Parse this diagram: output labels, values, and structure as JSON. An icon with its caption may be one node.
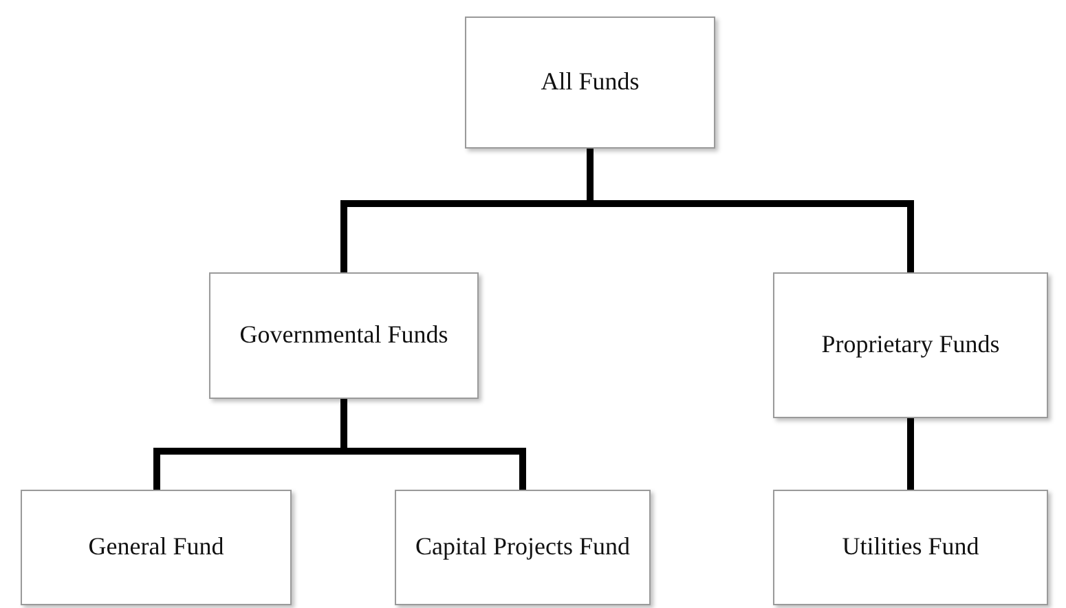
{
  "diagram": {
    "nodes": [
      {
        "text": [
          "All Funds"
        ]
      },
      {
        "text": [
          "Governmental Funds"
        ]
      },
      {
        "text": [
          "Proprietary Funds"
        ]
      },
      {
        "text": [
          "General Fund"
        ]
      },
      {
        "text": [
          "Capital Projects Fund"
        ]
      },
      {
        "text": [
          "Utilities Fund"
        ]
      }
    ],
    "edges": [
      {
        "from": 0,
        "to": 1,
        "arrow": "none"
      },
      {
        "from": 0,
        "to": 2,
        "arrow": "none"
      },
      {
        "from": 1,
        "to": 3,
        "arrow": "none"
      },
      {
        "from": 1,
        "to": 4,
        "arrow": "none"
      },
      {
        "from": 2,
        "to": 5,
        "arrow": "none"
      }
    ]
  }
}
